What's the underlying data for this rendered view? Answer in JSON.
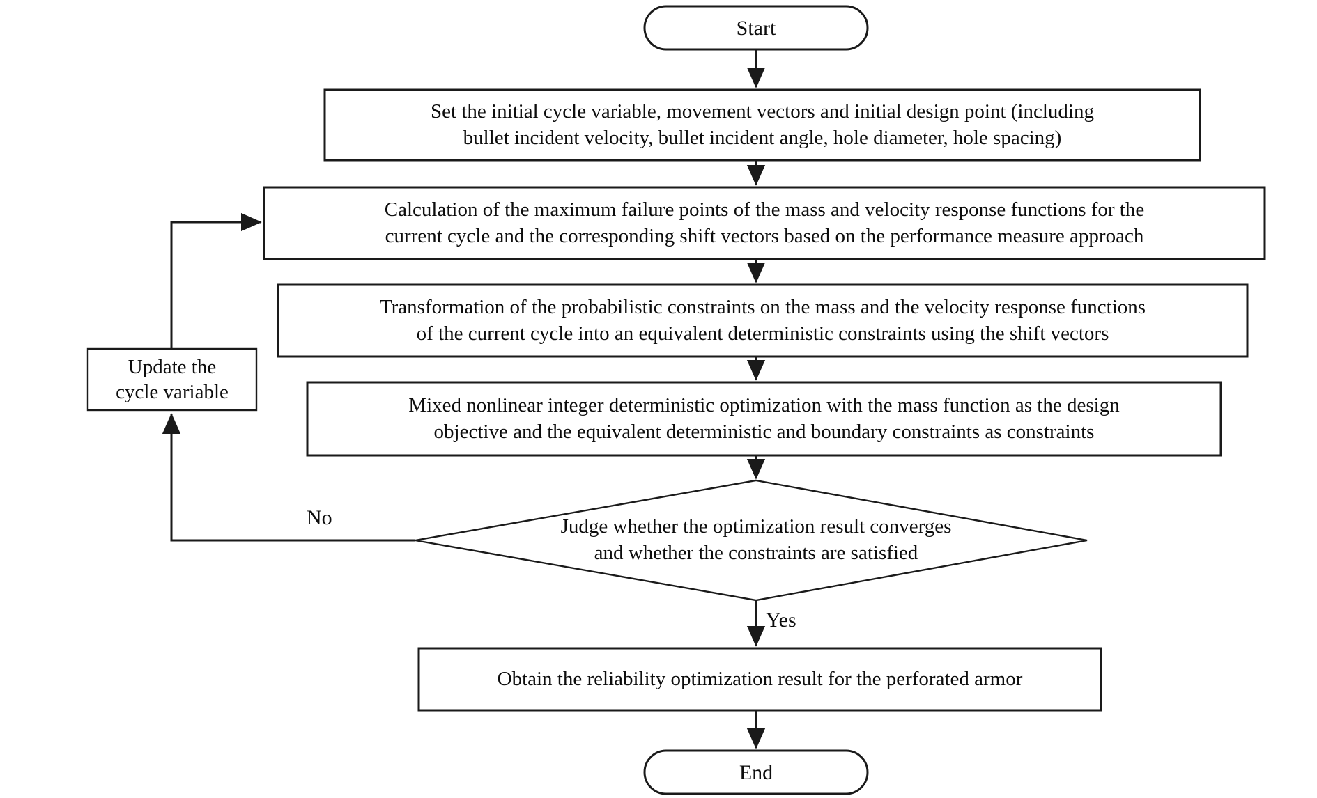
{
  "diagram": {
    "title": "Reliability optimization flowchart for perforated armor",
    "type": "flowchart",
    "background_color": "#ffffff",
    "line_color": "#1a1a1a",
    "text_color": "#0d0d0d"
  },
  "nodes": {
    "start": {
      "id": "start",
      "shape": "terminal",
      "label": "Start"
    },
    "init": {
      "id": "init",
      "shape": "process",
      "line1": "Set the initial cycle variable, movement vectors and initial design point (including",
      "line2": "bullet incident velocity, bullet incident angle, hole diameter, hole spacing)"
    },
    "calc": {
      "id": "calc",
      "shape": "process",
      "line1": "Calculation of the maximum failure points of the mass and velocity response functions for the",
      "line2": "current cycle and the corresponding shift vectors based on the performance measure approach"
    },
    "transform": {
      "id": "transform",
      "shape": "process",
      "line1": "Transformation of the probabilistic constraints on the mass and the velocity response functions",
      "line2": "of the current cycle into an equivalent deterministic constraints using the shift vectors"
    },
    "optimize": {
      "id": "optimize",
      "shape": "process",
      "line1": "Mixed nonlinear integer deterministic optimization with the mass function as the design",
      "line2": "objective and the equivalent deterministic and boundary constraints as constraints"
    },
    "judge": {
      "id": "judge",
      "shape": "decision",
      "line1": "Judge whether the optimization result converges",
      "line2": "and whether the constraints are satisfied"
    },
    "obtain": {
      "id": "obtain",
      "shape": "process",
      "line1": "Obtain the reliability optimization result for the perforated armor"
    },
    "end": {
      "id": "end",
      "shape": "terminal",
      "label": "End"
    },
    "update": {
      "id": "update",
      "shape": "process",
      "line1": "Update the",
      "line2": "cycle variable"
    }
  },
  "edge_labels": {
    "no": "No",
    "yes": "Yes"
  },
  "edges": [
    {
      "from": "start",
      "to": "init",
      "label": ""
    },
    {
      "from": "init",
      "to": "calc",
      "label": ""
    },
    {
      "from": "calc",
      "to": "transform",
      "label": ""
    },
    {
      "from": "transform",
      "to": "optimize",
      "label": ""
    },
    {
      "from": "optimize",
      "to": "judge",
      "label": ""
    },
    {
      "from": "judge",
      "to": "update",
      "label": "No"
    },
    {
      "from": "update",
      "to": "calc",
      "label": ""
    },
    {
      "from": "judge",
      "to": "obtain",
      "label": "Yes"
    },
    {
      "from": "obtain",
      "to": "end",
      "label": ""
    }
  ]
}
